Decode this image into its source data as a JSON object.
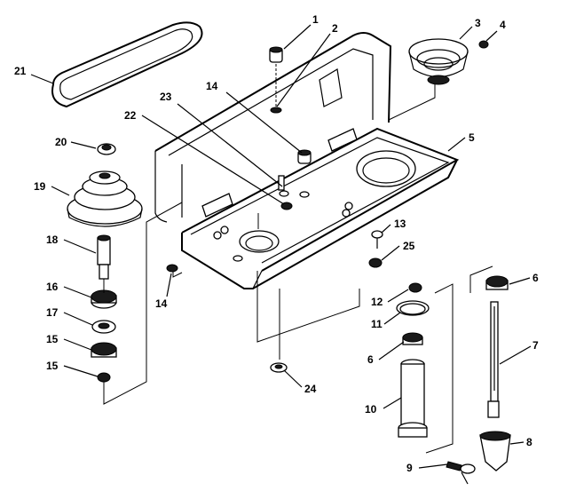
{
  "header_text": "",
  "callouts": [
    "1",
    "2",
    "3",
    "4",
    "5",
    "6",
    "6",
    "7",
    "8",
    "9",
    "10",
    "11",
    "12",
    "13",
    "14",
    "14",
    "15",
    "15",
    "16",
    "17",
    "18",
    "19",
    "20",
    "21",
    "22",
    "23",
    "24",
    "25"
  ]
}
